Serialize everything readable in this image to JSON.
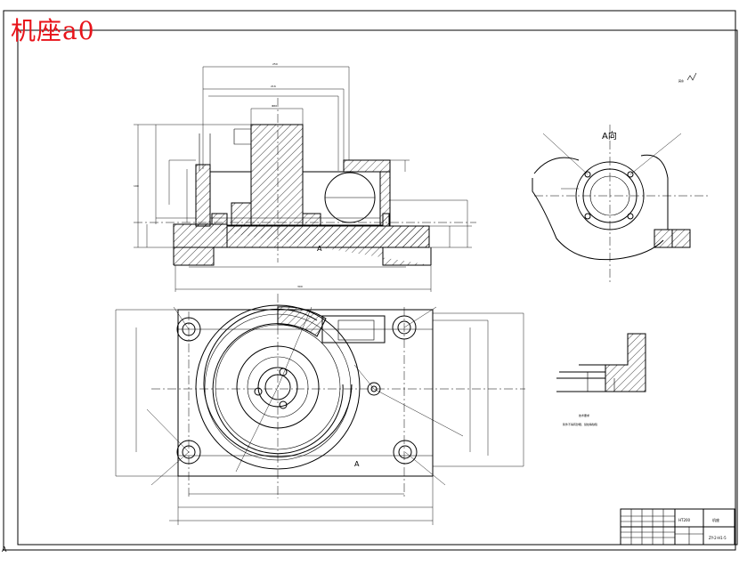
{
  "drawing": {
    "title": "机座a0",
    "view_a_label": "A向",
    "roughness_note": "其余",
    "section_marks": [
      "A",
      "A"
    ],
    "title_block": {
      "part_name": "机座",
      "drawing_no": "ZY-2-H1-5",
      "material": "HT200"
    }
  }
}
